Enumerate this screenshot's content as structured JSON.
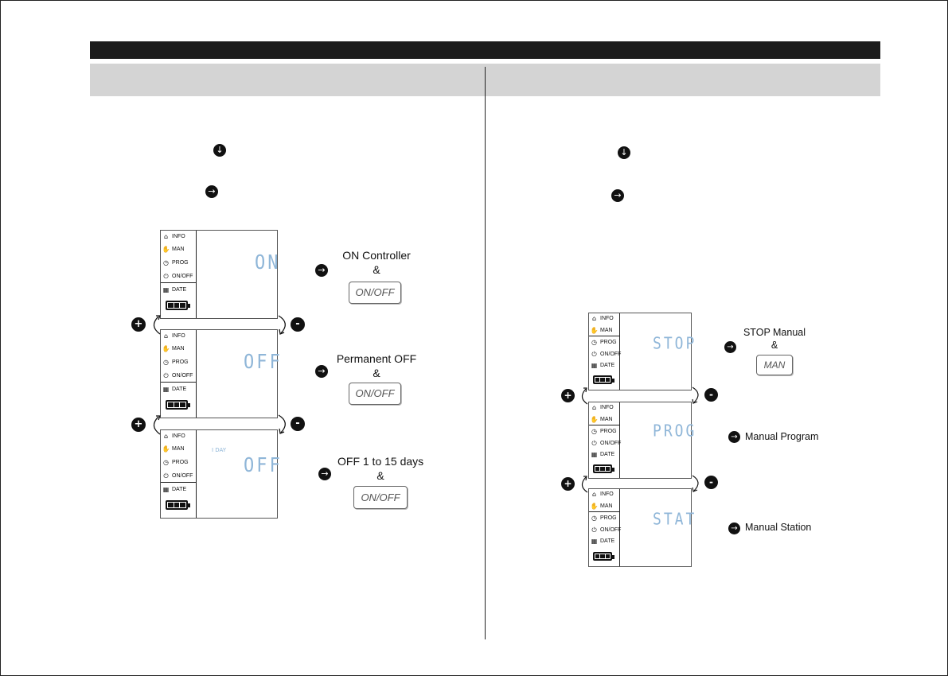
{
  "icons": {
    "down": "down-arrow-circle-icon",
    "right": "right-arrow-circle-icon"
  },
  "menu": {
    "info": "INFO",
    "man": "MAN",
    "prog": "PROG",
    "onoff": "ON/OFF",
    "date": "DATE"
  },
  "left": {
    "screens": [
      {
        "display": "ON"
      },
      {
        "display": "OFF"
      },
      {
        "display": "OFF",
        "sub": "I DAY"
      }
    ],
    "labels": [
      {
        "title": "ON Controller",
        "amp": "&",
        "button": "ON/OFF"
      },
      {
        "title": "Permanent OFF",
        "amp": "&",
        "button": "ON/OFF"
      },
      {
        "title": "OFF 1 to 15 days",
        "amp": "&",
        "button": "ON/OFF"
      }
    ],
    "plus": "+",
    "minus": "-"
  },
  "right": {
    "screens": [
      {
        "display": "STOP"
      },
      {
        "display": "PROG"
      },
      {
        "display": "STAT"
      }
    ],
    "labels": [
      {
        "title": "STOP Manual",
        "amp": "&",
        "button": "MAN"
      },
      {
        "title": "Manual Program"
      },
      {
        "title": "Manual Station"
      }
    ],
    "plus": "+",
    "minus": "-"
  }
}
